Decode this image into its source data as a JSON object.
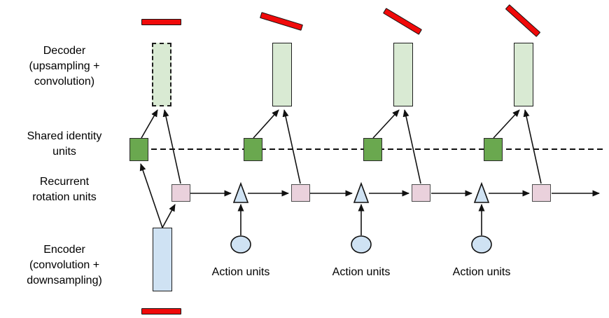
{
  "diagram": {
    "labels": {
      "decoder": "Decoder\n(upsampling +\nconvolution)",
      "shared_identity": "Shared identity\nunits",
      "recurrent_rotation": "Recurrent\nrotation units",
      "encoder": "Encoder\n(convolution +\ndownsampling)",
      "action_units": "Action units"
    },
    "colors": {
      "red_bar": "#f00a0a",
      "identity_green": "#6aa84f",
      "decoder_green": "#d9ead3",
      "rotation_pink": "#ead1dc",
      "action_blue": "#cfe2f3",
      "ink": "#111111"
    },
    "time_steps": 4,
    "action_unit_count": 3,
    "pose_bar_angles_deg": [
      0,
      17,
      31,
      42
    ],
    "input_bar_angle_deg": 0
  }
}
